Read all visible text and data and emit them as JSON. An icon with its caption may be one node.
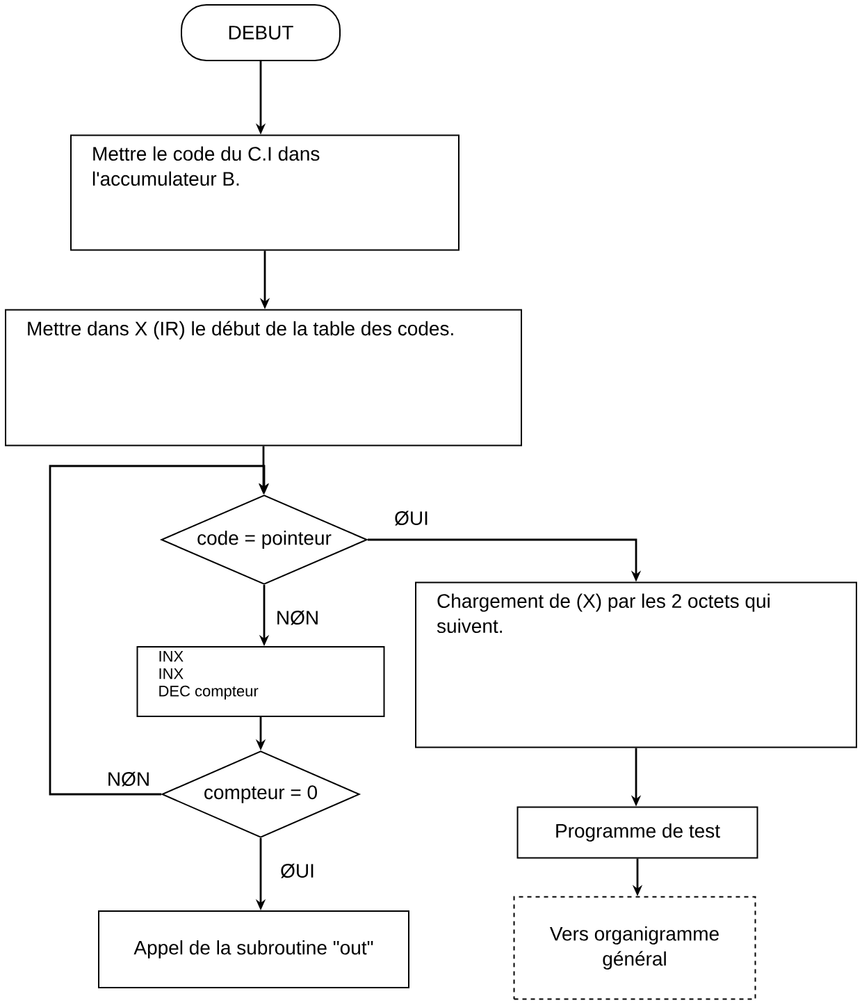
{
  "diagram": {
    "nodes": [
      {
        "text": [
          "DEBUT"
        ]
      },
      {
        "text": [
          "Mettre le code du C.I dans l'accumulateur B."
        ]
      },
      {
        "text": [
          "Mettre dans X (IR) le début de la table des codes."
        ]
      },
      {
        "text": [
          "code = pointeur"
        ]
      },
      {
        "text": [
          "INX",
          "INX",
          "DEC compteur"
        ]
      },
      {
        "text": [
          "compteur = 0"
        ]
      },
      {
        "text": [
          "Appel de la subroutine \"out\""
        ]
      },
      {
        "text": [
          "Chargement de (X) par les 2 octets qui suivent."
        ]
      },
      {
        "text": [
          "Programme de test"
        ]
      },
      {
        "text": [
          "Vers organigramme général"
        ]
      }
    ],
    "edges": [
      {
        "from": 0,
        "to": 1,
        "arrow": "to"
      },
      {
        "from": 1,
        "to": 2,
        "arrow": "to"
      },
      {
        "from": 2,
        "to": 3,
        "arrow": "to"
      },
      {
        "from": 3,
        "to": 7,
        "arrow": "to",
        "label": "ØUI"
      },
      {
        "from": 3,
        "to": 4,
        "arrow": "to",
        "label": "NØN"
      },
      {
        "from": 4,
        "to": 5,
        "arrow": "to"
      },
      {
        "from": 5,
        "to": 3,
        "arrow": "to",
        "label": "NØN"
      },
      {
        "from": 5,
        "to": 6,
        "arrow": "to",
        "label": "ØUI"
      },
      {
        "from": 7,
        "to": 8,
        "arrow": "to"
      },
      {
        "from": 8,
        "to": 9,
        "arrow": "to"
      }
    ]
  }
}
